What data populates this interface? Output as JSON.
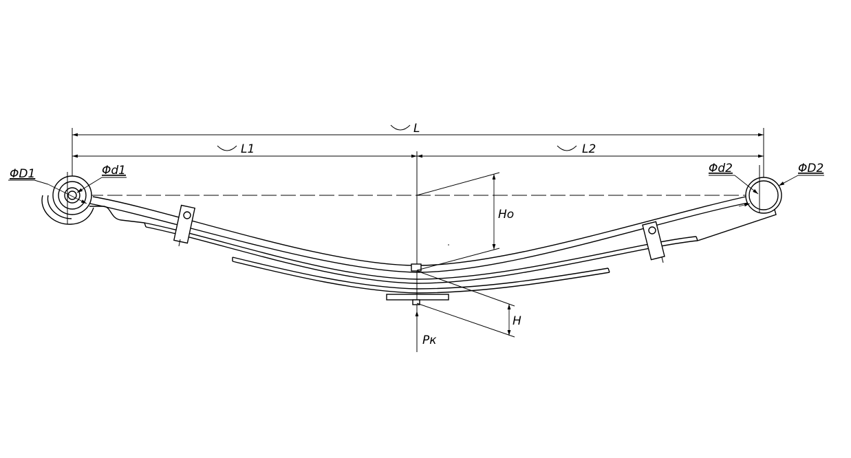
{
  "labels": {
    "overall_length": "L",
    "left_length": "L1",
    "right_length": "L2",
    "free_height": "Ho",
    "loaded_height": "H",
    "load": "Рк",
    "left_eye_outer": "ΦD1",
    "left_eye_inner": "Φd1",
    "right_eye_inner": "Φd2",
    "right_eye_outer": "ΦD2"
  },
  "colors": {
    "line": "#000000",
    "background": "#ffffff"
  }
}
